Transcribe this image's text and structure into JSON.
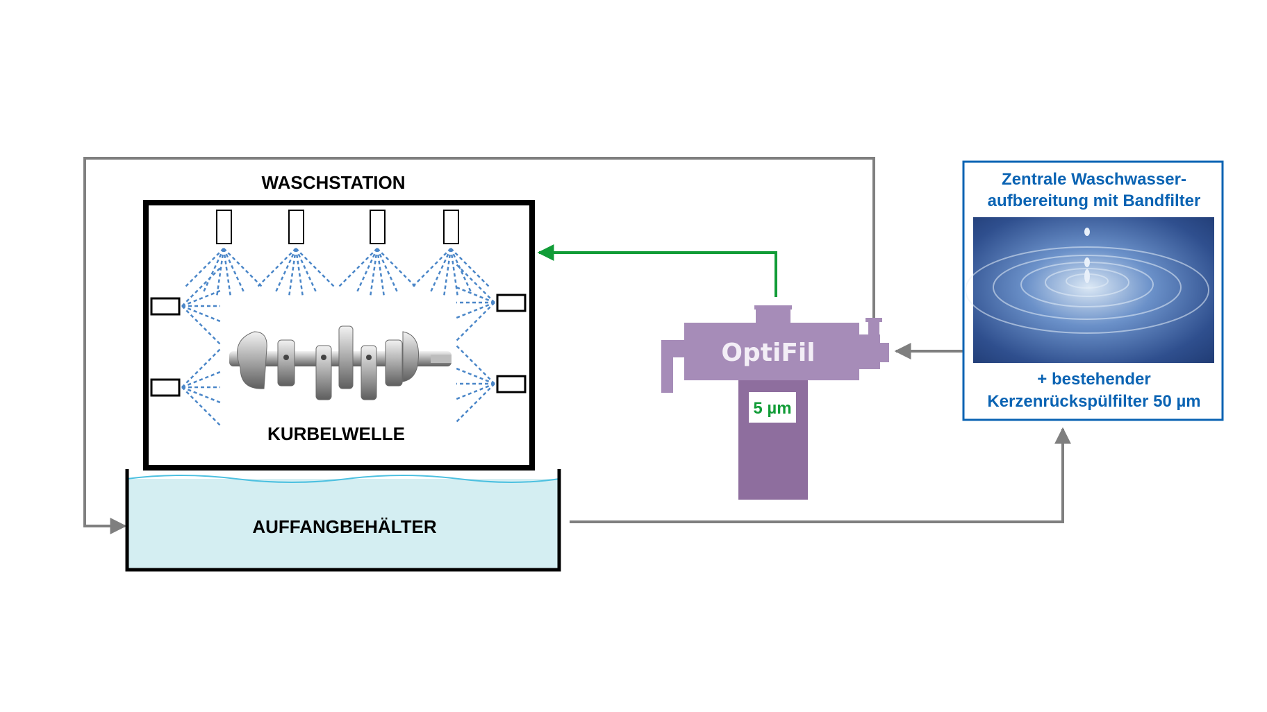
{
  "wash_station": {
    "title": "WASCHSTATION",
    "part_label": "KURBELWELLE"
  },
  "tank": {
    "label": "AUFFANGBEHÄLTER"
  },
  "filter": {
    "brand": "OptiFil",
    "rating": "5 µm"
  },
  "central": {
    "title_line1": "Zentrale Waschwasser-",
    "title_line2": "aufbereitung mit Bandfilter",
    "note_line1": "+ bestehender",
    "note_line2": "Kerzenrückspülfilter 50 µm"
  },
  "icons": {
    "part": "crankshaft-icon",
    "water": "water-drop-ripple-icon"
  },
  "colors": {
    "frame": "#000000",
    "spray": "#4a86c8",
    "flow_return": "#7f7f7f",
    "flow_clean": "#119c37",
    "filter_light": "#a68cb8",
    "filter_dark": "#8e6e9e",
    "tank_fill": "#d4eef2",
    "tank_wave": "#4cc0e0",
    "central_border": "#0a63b3",
    "central_text": "#0a63b3"
  }
}
